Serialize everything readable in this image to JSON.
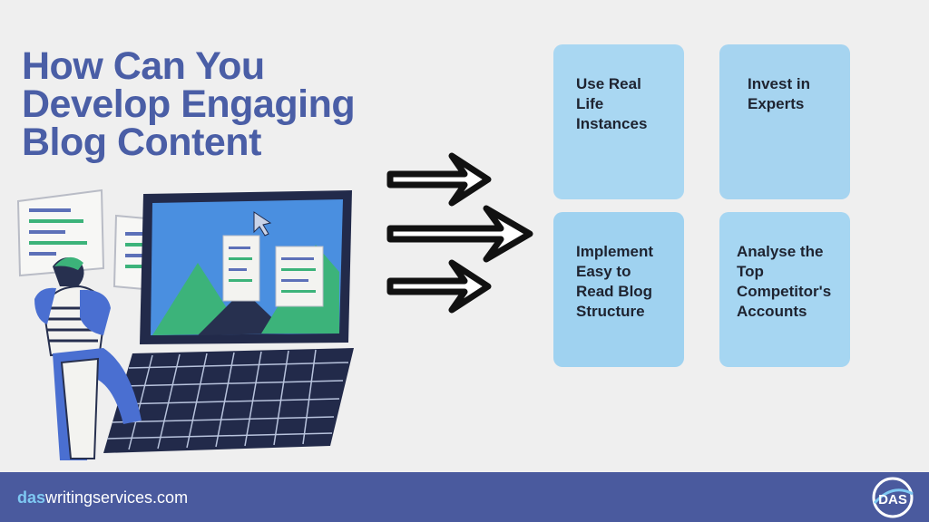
{
  "heading": {
    "lines": [
      "How Can You",
      "Develop Engaging",
      "Blog Content"
    ]
  },
  "cards": [
    {
      "text": "Use Real Life Instances"
    },
    {
      "text": "Invest in Experts"
    },
    {
      "text": "Implement Easy to Read Blog Structure"
    },
    {
      "text": "Analyse the Top Competitor's Accounts"
    }
  ],
  "footer": {
    "site_prefix": "das",
    "site_rest": "writingservices.com",
    "logo_text": "DAS"
  },
  "colors": {
    "title": "#4a5ea6",
    "footer_bg": "#4a5a9e",
    "card_bg": "#a9d7f2",
    "page_bg": "#efefef"
  },
  "icons": {
    "arrows": "right-arrow-icon",
    "illustration": "person-with-laptop-illustration",
    "logo": "das-logo"
  }
}
